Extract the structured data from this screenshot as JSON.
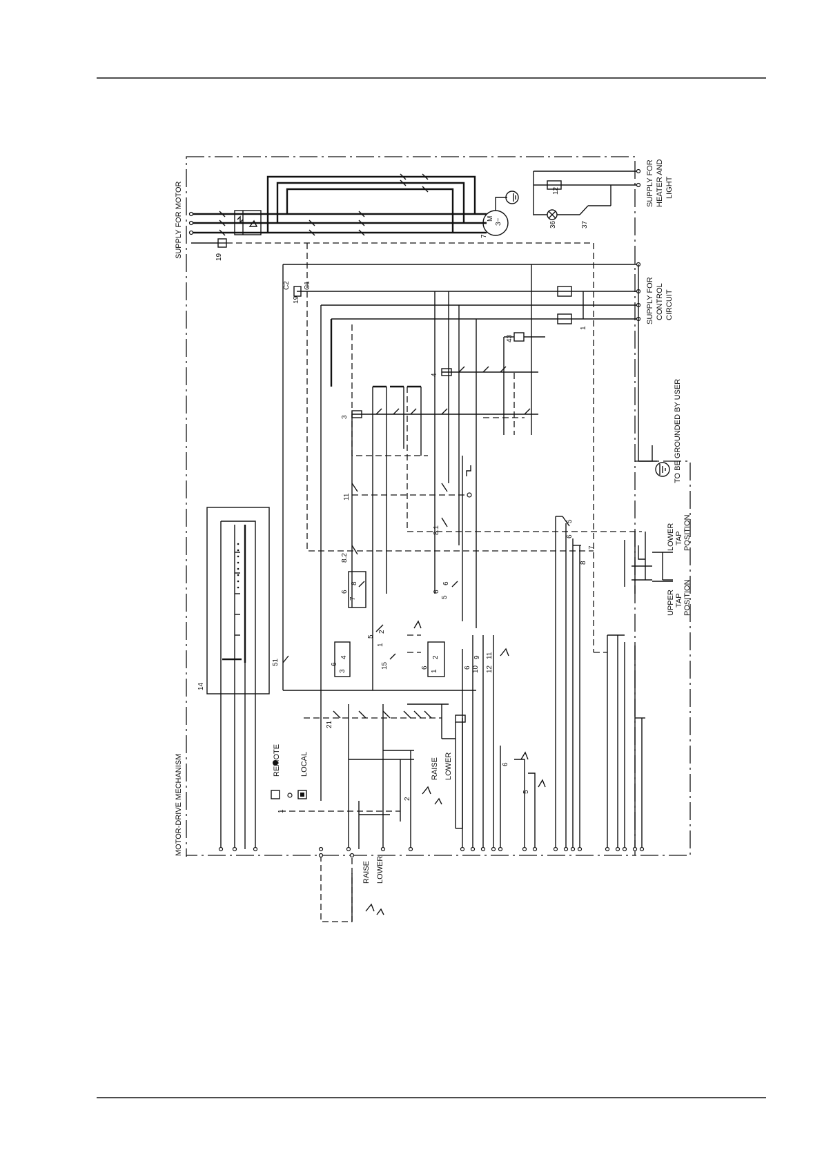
{
  "labels": {
    "motor_drive": "MOTOR-DRIVE MECHANISM",
    "supply_motor": "SUPPLY FOR MOTOR",
    "supply_heater_1": "SUPPLY FOR",
    "supply_heater_2": "HEATER AND",
    "supply_heater_3": "LIGHT",
    "supply_control_1": "SUPPLY FOR",
    "supply_control_2": "CONTROL",
    "supply_control_3": "CIRCUIT",
    "grounded": "TO BE GROUNDED BY USER",
    "lower_tap_1": "LOWER",
    "lower_tap_2": "TAP",
    "lower_tap_3": "POSITION",
    "upper_tap_1": "UPPER",
    "upper_tap_2": "TAP",
    "upper_tap_3": "POSITION",
    "remote": "REMOTE",
    "local": "LOCAL",
    "raise_int": "RAISE",
    "lower_int": "LOWER",
    "raise_ext": "RAISE",
    "lower_ext": "LOWER",
    "motor_sym": "M",
    "motor_phase": "3~"
  },
  "refs": {
    "r19_top": "19",
    "r19_ctrl": "19",
    "c2": "C2",
    "c1": "C1",
    "r12": "12",
    "r36": "36",
    "r37": "37",
    "r7_motor": "7",
    "r43": "43",
    "r1_ctrl": "1",
    "r4": "4",
    "r3": "3",
    "r11": "11",
    "r8_2": "8.2",
    "r8_1": "8.1",
    "r6_a": "6",
    "r3_a": "3",
    "r4_a": "4",
    "r6_b": "6",
    "r7_b": "7",
    "r8_b": "8",
    "r6_c": "6",
    "r5_c": "5",
    "r6_c2": "6",
    "r6_d": "6",
    "r1_d": "1",
    "r2_d": "2",
    "r5_e": "5",
    "r1_e": "1",
    "r2_e": "2",
    "r15": "15",
    "r51": "51",
    "r14": "14",
    "r21": "21",
    "r6_f": "6",
    "r10": "10",
    "r9": "9",
    "r11_f": "11",
    "r12_f": "12",
    "r6_g": "6",
    "r5_g": "5",
    "r1_sel": "1",
    "r2_sel": "2",
    "r5_tap": "5",
    "r6_tap": "6",
    "r8_tap": "8",
    "r7_tap": "7"
  }
}
